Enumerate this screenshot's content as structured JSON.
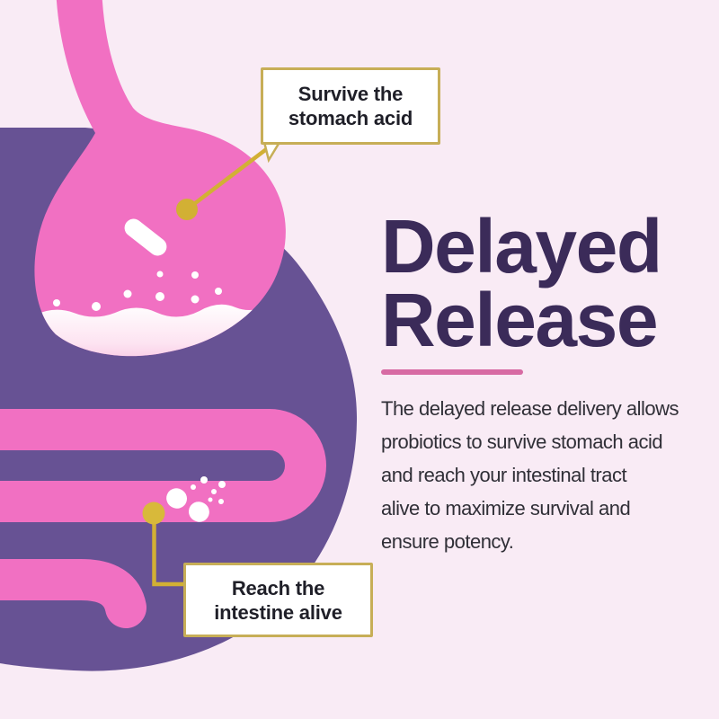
{
  "heading": {
    "title": "Delayed\nRelease"
  },
  "body": {
    "paragraph": "The delayed release delivery allows\nprobiotics to survive stomach acid\nand reach your intestinal tract\nalive to maximize survival and\nensure potency."
  },
  "callouts": [
    {
      "label": "Survive the\nstomach acid"
    },
    {
      "label": "Reach the\nintestine alive"
    }
  ],
  "illustration": {
    "icons": [
      "stomach-icon",
      "intestine-icon",
      "pill-capsule-icon",
      "opened-capsule-icon",
      "acid-bubbles",
      "stomach-marker-dot",
      "intestine-marker-dot",
      "connector-line"
    ]
  },
  "palette": {
    "background": "#f9ebf5",
    "blob_purple": "#675294",
    "organ_pink": "#f170c2",
    "acid_pool_top": "#ffffff",
    "acid_pool_bottom": "#f5b3da",
    "heading_purple": "#3b2b59",
    "body_text": "#302f37",
    "divider_pink": "#d76aa3",
    "gold_accent": "#d2b034",
    "callout_border_gold": "#c7ae57",
    "callout_background": "#ffffff"
  }
}
